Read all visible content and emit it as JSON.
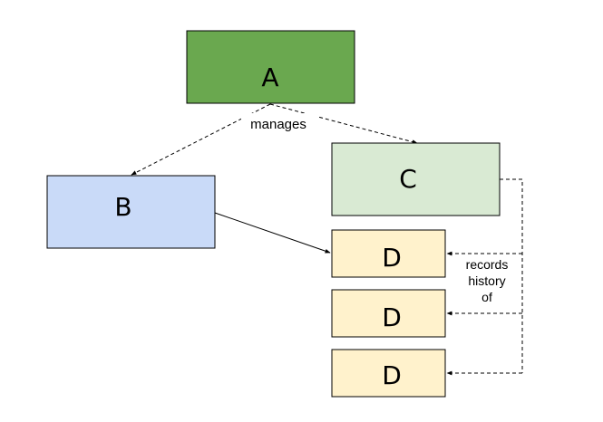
{
  "nodes": {
    "a": {
      "label": "A",
      "fill": "#6aa84f",
      "fill_light": "#93c47d"
    },
    "b": {
      "label": "B",
      "fill": "#c9daf8"
    },
    "c": {
      "label": "C",
      "fill": "#d9ead3"
    },
    "d1": {
      "label": "D",
      "fill": "#fff2cc"
    },
    "d2": {
      "label": "D",
      "fill": "#fff2cc"
    },
    "d3": {
      "label": "D",
      "fill": "#fff2cc"
    }
  },
  "edges": {
    "a_b": {
      "style": "dashed"
    },
    "a_c": {
      "style": "dashed"
    },
    "b_d": {
      "style": "solid"
    },
    "c_d": {
      "style": "dashed"
    }
  },
  "edge_labels": {
    "manages": "manages",
    "records_1": "records",
    "records_2": "history",
    "records_3": "of"
  },
  "colors": {
    "stroke": "#000000"
  }
}
